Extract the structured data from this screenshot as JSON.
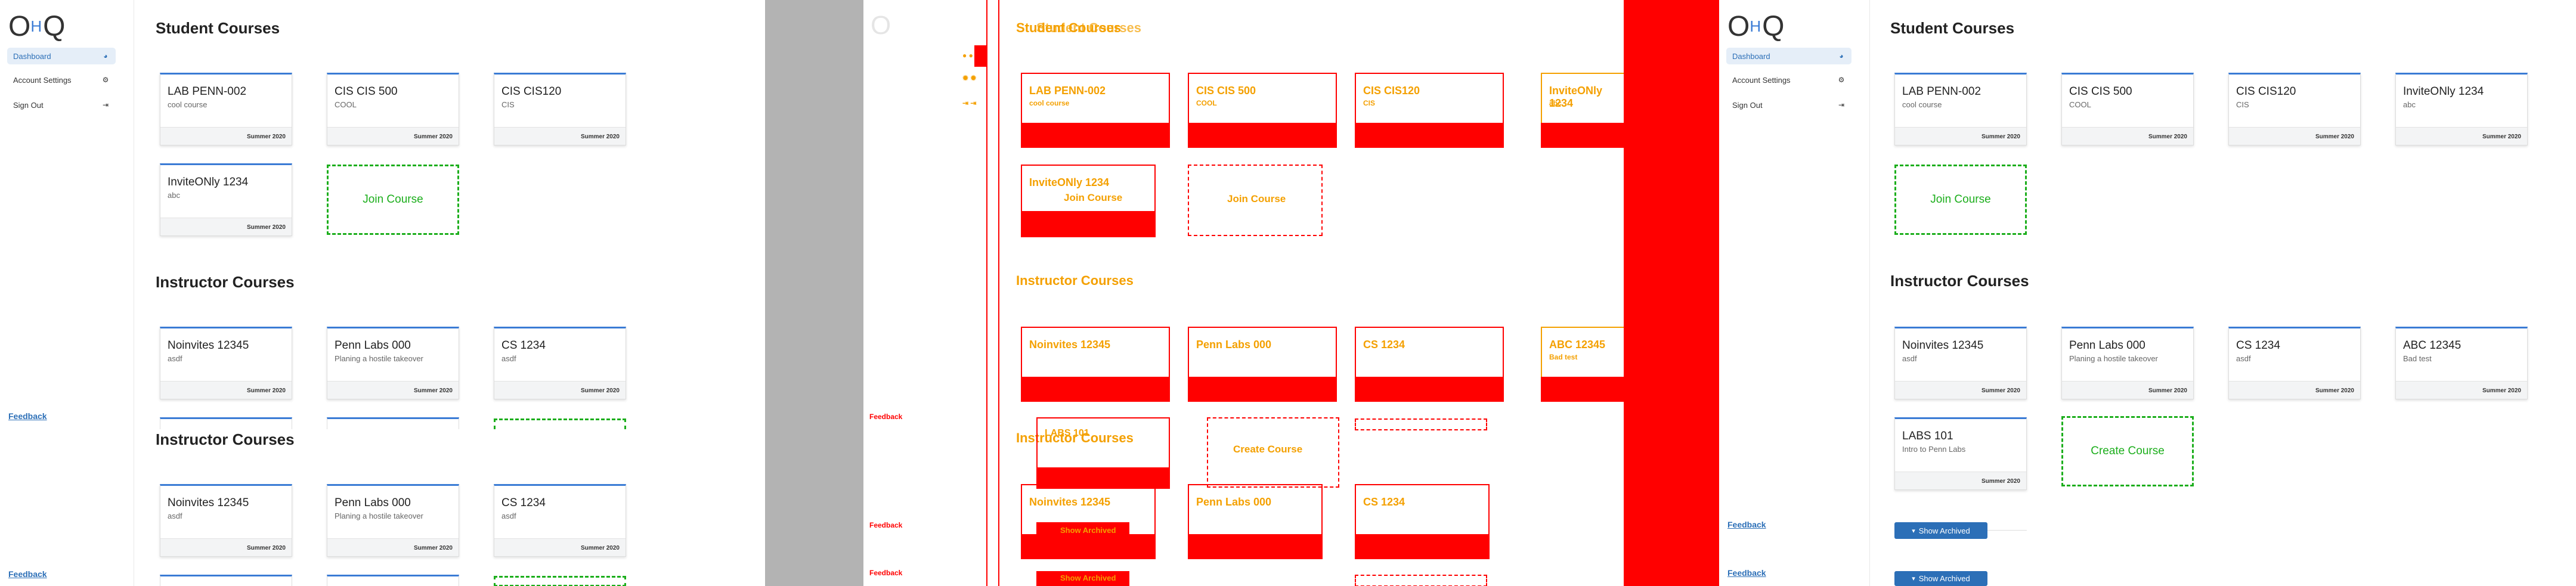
{
  "logo": {
    "o": "O",
    "h": "H",
    "q": "Q"
  },
  "sidebar": {
    "items": [
      {
        "label": "Dashboard",
        "icon": "dashboard-icon"
      },
      {
        "label": "Account Settings",
        "icon": "gear-icon"
      },
      {
        "label": "Sign Out",
        "icon": "sign-out-icon"
      }
    ],
    "feedback": "Feedback"
  },
  "sections": {
    "student": "Student Courses",
    "instructor": "Instructor Courses"
  },
  "student_courses": [
    {
      "code": "LAB PENN-002",
      "desc": "cool course",
      "term": "Summer 2020"
    },
    {
      "code": "CIS CIS 500",
      "desc": "COOL",
      "term": "Summer 2020"
    },
    {
      "code": "CIS CIS120",
      "desc": "CIS",
      "term": "Summer 2020"
    },
    {
      "code": "InviteONly 1234",
      "desc": "abc",
      "term": "Summer 2020"
    }
  ],
  "instructor_courses": [
    {
      "code": "Noinvites 12345",
      "desc": "asdf",
      "term": "Summer 2020"
    },
    {
      "code": "Penn Labs 000",
      "desc": "Planing a hostile takeover",
      "term": "Summer 2020"
    },
    {
      "code": "CS 1234",
      "desc": "asdf",
      "term": "Summer 2020"
    },
    {
      "code": "ABC 12345",
      "desc": "Bad test",
      "term": "Summer 2020"
    },
    {
      "code": "LABS 101",
      "desc": "Intro to Penn Labs",
      "term": "Summer 2020"
    }
  ],
  "join_course": "Join Course",
  "create_course": "Create Course",
  "show_archived": "Show Archived",
  "colors": {
    "accent": "#3a7bd5",
    "join": "#1cae1c",
    "overlay_red": "#ff0000",
    "overlay_text": "#f4a000"
  }
}
